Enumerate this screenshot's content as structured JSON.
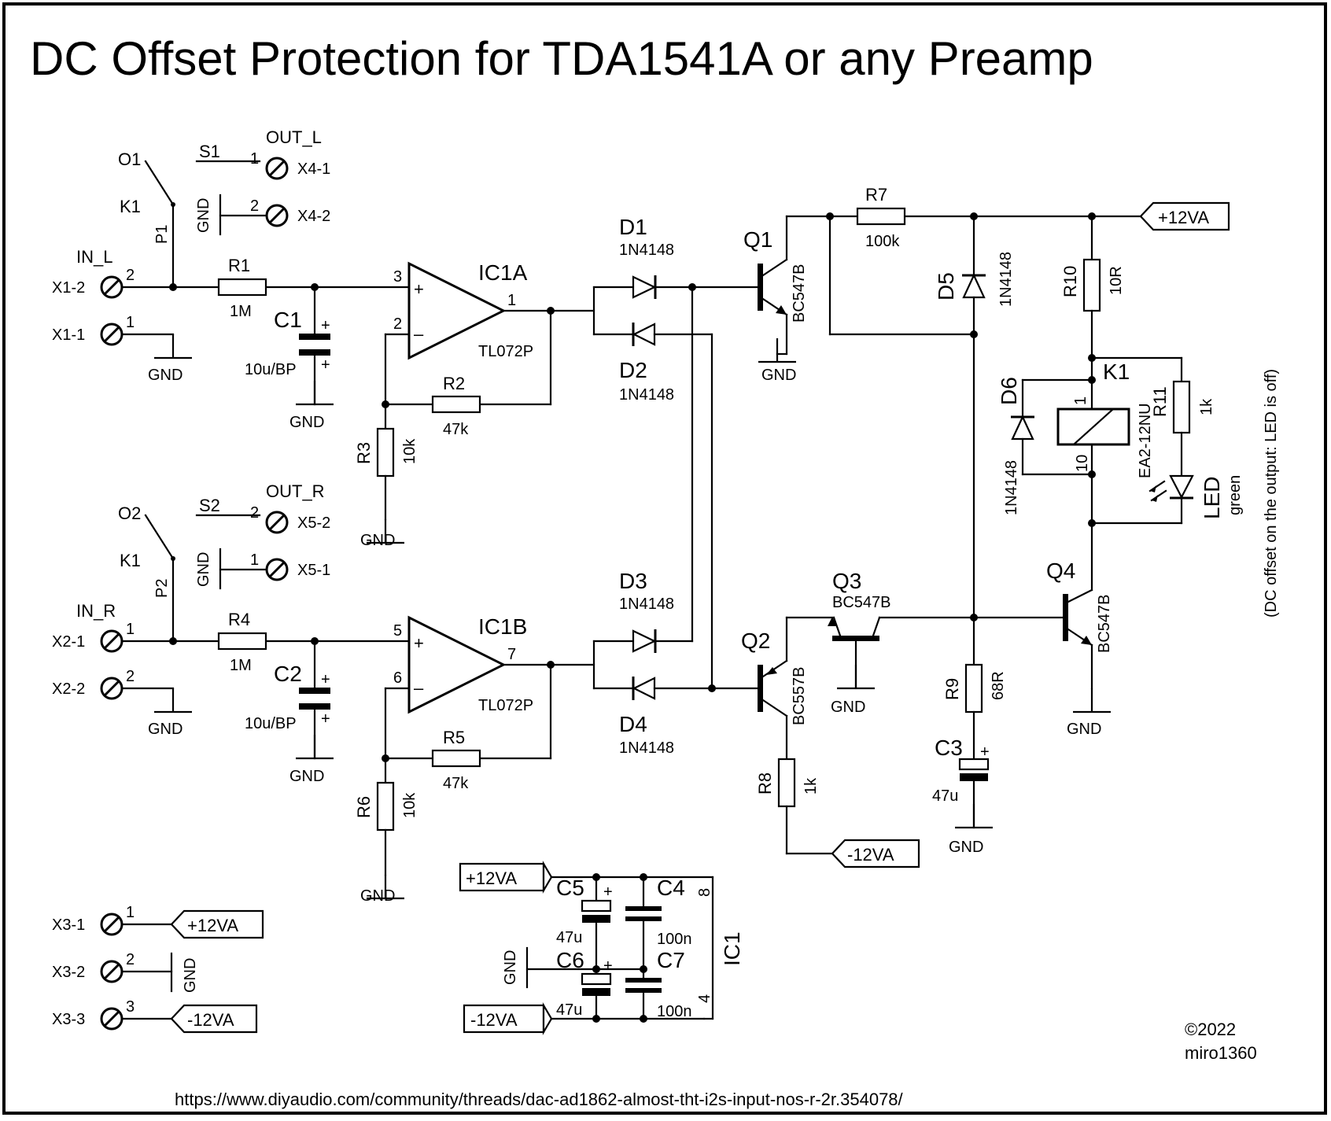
{
  "title": "DC Offset Protection for TDA1541A or any Preamp",
  "footer": {
    "copyright": "©2022",
    "author": "miro1360",
    "url": "https://www.diyaudio.com/community/threads/dac-ad1862-almost-tht-i2s-input-nos-r-2r.354078/"
  },
  "net_labels": {
    "pos": "+12VA",
    "neg": "-12VA",
    "gnd": "GND"
  },
  "annotation": "(DC offset on the output: LED is off)",
  "connectors": {
    "x1_2": "X1-2",
    "x1_1": "X1-1",
    "x2_1": "X2-1",
    "x2_2": "X2-2",
    "x3_1": "X3-1",
    "x3_2": "X3-2",
    "x3_3": "X3-3",
    "x4_1": "X4-1",
    "x4_2": "X4-2",
    "x5_1": "X5-1",
    "x5_2": "X5-2",
    "in_l": "IN_L",
    "in_r": "IN_R",
    "out_l": "OUT_L",
    "out_r": "OUT_R"
  },
  "relay_contacts": {
    "o1": "O1",
    "o2": "O2",
    "s1": "S1",
    "s2": "S2",
    "p1": "P1",
    "p2": "P2",
    "k1": "K1"
  },
  "components": {
    "r1": {
      "ref": "R1",
      "value": "1M"
    },
    "r2": {
      "ref": "R2",
      "value": "47k"
    },
    "r3": {
      "ref": "R3",
      "value": "10k"
    },
    "r4": {
      "ref": "R4",
      "value": "1M"
    },
    "r5": {
      "ref": "R5",
      "value": "47k"
    },
    "r6": {
      "ref": "R6",
      "value": "10k"
    },
    "r7": {
      "ref": "R7",
      "value": "100k"
    },
    "r8": {
      "ref": "R8",
      "value": "1k"
    },
    "r9": {
      "ref": "R9",
      "value": "68R"
    },
    "r10": {
      "ref": "R10",
      "value": "10R"
    },
    "r11": {
      "ref": "R11",
      "value": "1k"
    },
    "c1": {
      "ref": "C1",
      "value": "10u/BP"
    },
    "c2": {
      "ref": "C2",
      "value": "10u/BP"
    },
    "c3": {
      "ref": "C3",
      "value": "47u"
    },
    "c4": {
      "ref": "C4",
      "value": "100n"
    },
    "c5": {
      "ref": "C5",
      "value": "47u"
    },
    "c6": {
      "ref": "C6",
      "value": "47u"
    },
    "c7": {
      "ref": "C7",
      "value": "100n"
    },
    "d1": {
      "ref": "D1",
      "value": "1N4148"
    },
    "d2": {
      "ref": "D2",
      "value": "1N4148"
    },
    "d3": {
      "ref": "D3",
      "value": "1N4148"
    },
    "d4": {
      "ref": "D4",
      "value": "1N4148"
    },
    "d5": {
      "ref": "D5",
      "value": "1N4148"
    },
    "d6": {
      "ref": "D6",
      "value": "1N4148"
    },
    "q1": {
      "ref": "Q1",
      "value": "BC547B"
    },
    "q2": {
      "ref": "Q2",
      "value": "BC557B"
    },
    "q3": {
      "ref": "Q3",
      "value": "BC547B"
    },
    "q4": {
      "ref": "Q4",
      "value": "BC547B"
    },
    "ic1a": {
      "ref": "IC1A",
      "value": "TL072P"
    },
    "ic1b": {
      "ref": "IC1B",
      "value": "TL072P"
    },
    "ic1": {
      "ref": "IC1"
    },
    "k1": {
      "ref": "K1",
      "value": "EA2-12NU"
    },
    "led": {
      "ref": "LED",
      "value": "green"
    }
  }
}
